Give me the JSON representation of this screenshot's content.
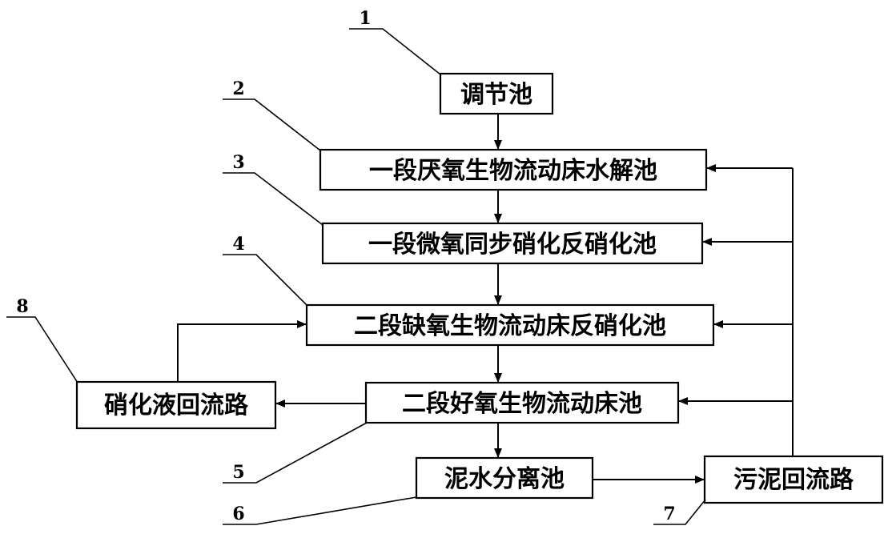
{
  "boxes": {
    "b1": "调节池",
    "b2": "一段厌氧生物流动床水解池",
    "b3": "一段微氧同步硝化反硝化池",
    "b4": "二段缺氧生物流动床反硝化池",
    "b5": "二段好氧生物流动床池",
    "b6": "泥水分离池",
    "b7": "污泥回流路",
    "b8": "硝化液回流路"
  },
  "labels": {
    "n1": "1",
    "n2": "2",
    "n3": "3",
    "n4": "4",
    "n5": "5",
    "n6": "6",
    "n7": "7",
    "n8": "8"
  }
}
